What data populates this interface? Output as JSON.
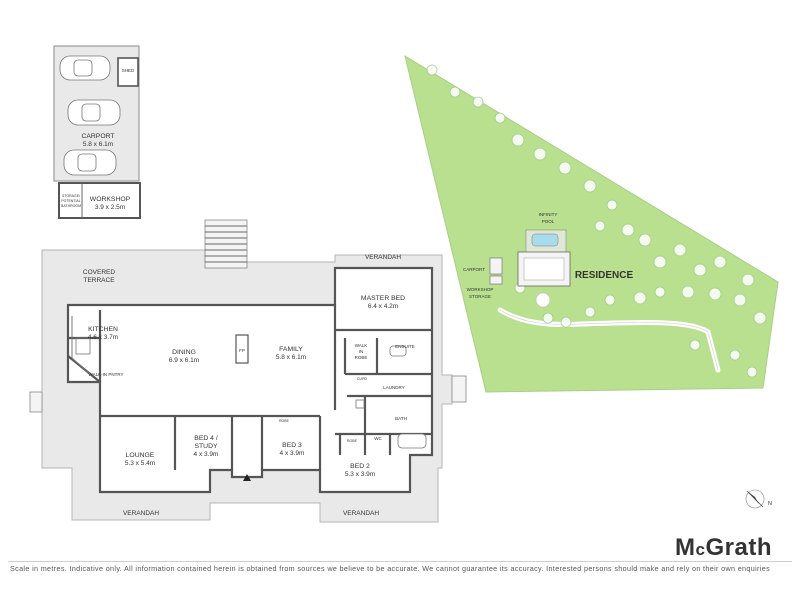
{
  "labels": {
    "shed": "SHED",
    "carport_name": "CARPORT",
    "carport_size": "5.8 x 6.1m",
    "workshop_name": "WORKSHOP",
    "workshop_size": "3.9 x 2.5m",
    "storage_l1": "STORAGE/",
    "storage_l2": "POTENTIAL",
    "storage_l3": "BATHROOM",
    "covered_terrace_l1": "COVERED",
    "covered_terrace_l2": "TERRACE",
    "verandah": "VERANDAH",
    "kitchen_name": "KITCHEN",
    "kitchen_size": "4.6 x 3.7m",
    "walk_in_pantry": "WALK-IN PNTRY",
    "dining_name": "DINING",
    "dining_size": "6.9 x 6.1m",
    "fireplace": "FP",
    "family_name": "FAMILY",
    "family_size": "5.8 x 6.1m",
    "master_bed_name": "MASTER BED",
    "master_bed_size": "6.4 x 4.2m",
    "walk_in_robe_l1": "WALK",
    "walk_in_robe_l2": "IN",
    "walk_in_robe_l3": "ROBE",
    "ensuite": "ENSUITE",
    "cupboard": "CUPD",
    "laundry": "LAUNDRY",
    "bath": "BATH",
    "wc": "WC",
    "robe": "ROBE",
    "lounge_name": "LOUNGE",
    "lounge_size": "5.3 x 5.4m",
    "bed4_l1": "BED 4 /",
    "bed4_l2": "STUDY",
    "bed4_size": "4 x 3.9m",
    "bed3_name": "BED 3",
    "bed3_size": "4 x 3.9m",
    "bed2_name": "BED 2",
    "bed2_size": "5.3 x 3.9m",
    "infinity_pool_l1": "INFINITY",
    "infinity_pool_l2": "POOL",
    "site_carport": "CARPORT",
    "site_workshop_l1": "WORKSHOP",
    "site_workshop_l2": "STORAGE",
    "residence": "RESIDENCE",
    "north": "N"
  },
  "brand": {
    "prefix": "M",
    "small": "c",
    "rest": "Grath"
  },
  "disclaimer": "Scale in metres. Indicative only. All information contained herein is obtained from sources we believe to be accurate. We cannot guarantee its accuracy. Interested persons should make and rely on their own enquiries",
  "colors": {
    "land": "#b9e08f",
    "land_stroke": "#a8cf86",
    "walls": "#555555",
    "terrace": "#e9e9e9",
    "pool": "#a8dcec",
    "text": "#333333"
  }
}
